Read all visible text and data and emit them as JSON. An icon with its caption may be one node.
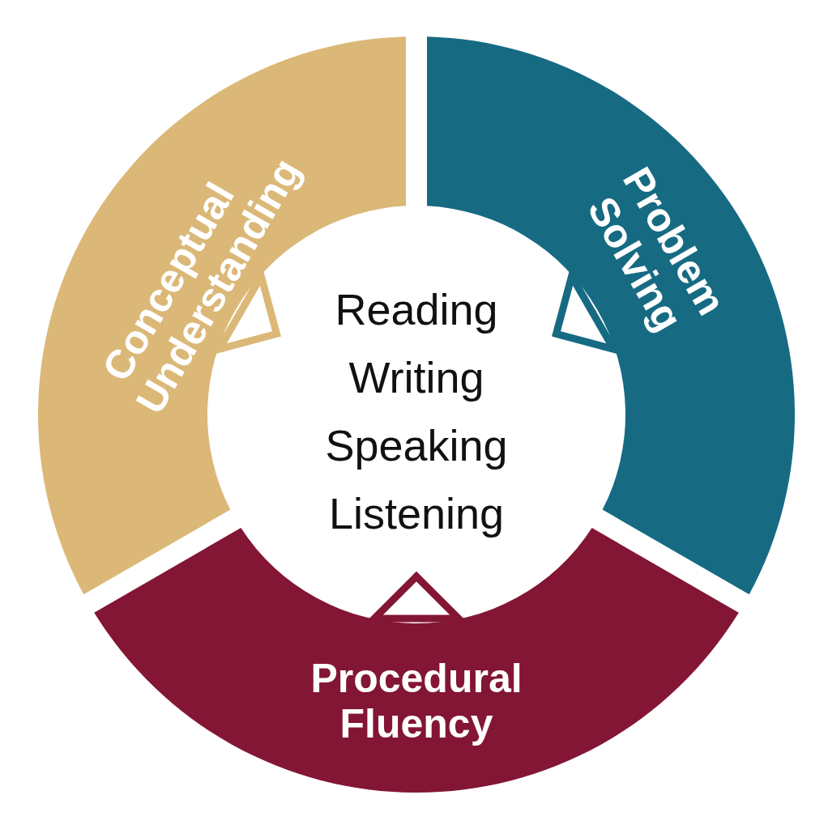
{
  "diagram": {
    "nodes": [
      {
        "text": [
          "Conceptual Understanding"
        ]
      },
      {
        "text": [
          "Problem Solving"
        ]
      },
      {
        "text": [
          "Reading",
          "Writing",
          "Speaking",
          "Listening"
        ]
      },
      {
        "text": [
          "Procedural Fluency"
        ]
      }
    ],
    "edges": [
      {
        "from": 0,
        "to": 2,
        "arrow": "to",
        "color": "#dbb878"
      },
      {
        "from": 1,
        "to": 2,
        "arrow": "to",
        "color": "#166b83"
      },
      {
        "from": 3,
        "to": 2,
        "arrow": "to",
        "color": "#831634"
      }
    ]
  }
}
